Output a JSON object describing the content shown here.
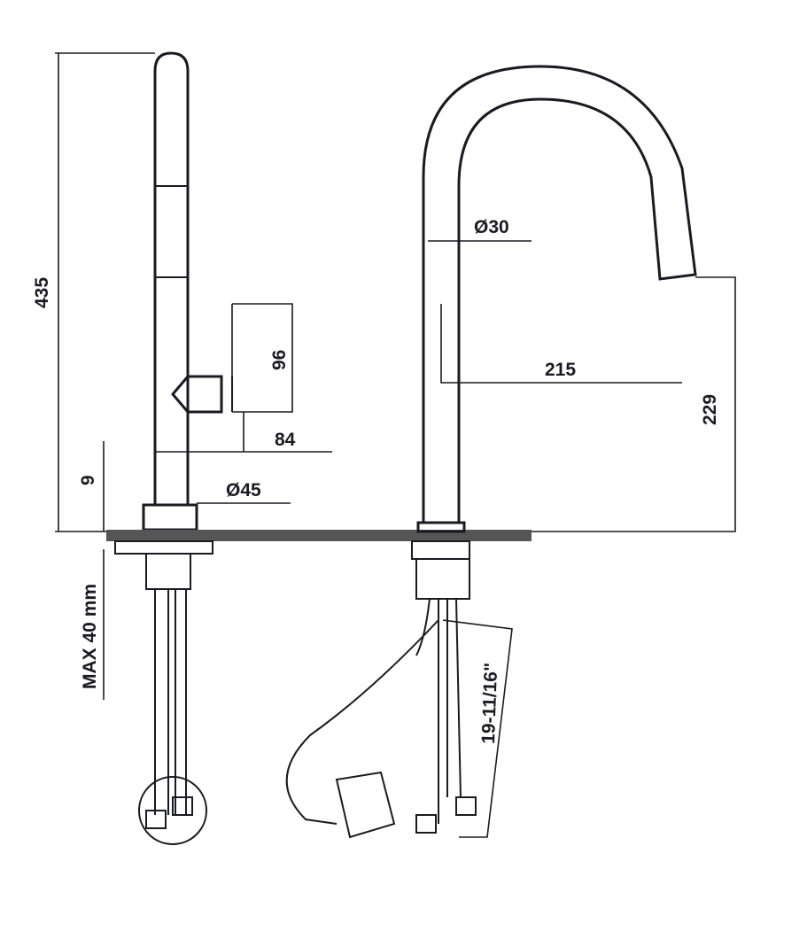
{
  "title": "Kitchen faucet technical drawing",
  "dimensions": {
    "total_height": "435",
    "handle_height": "96",
    "handle_reach": "84",
    "base_diameter": "Ø45",
    "base_height": "9",
    "max_deck_thickness": "MAX 40 mm",
    "spout_diameter": "Ø30",
    "spout_reach": "215",
    "spout_height": "229",
    "hose_length": "19-11/16\""
  }
}
